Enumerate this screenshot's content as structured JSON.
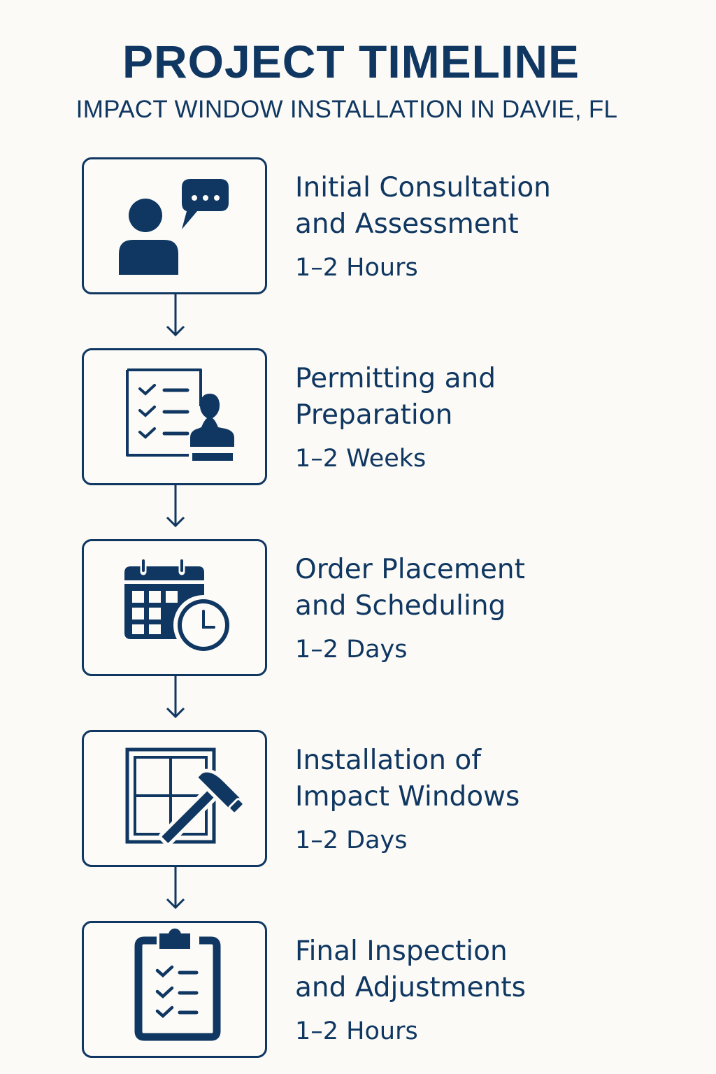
{
  "header": {
    "title": "PROJECT TIMELINE",
    "subtitle": "IMPACT WINDOW INSTALLATION IN DAVIE, FL"
  },
  "colors": {
    "primary": "#0f3761",
    "background": "#fbfaf6"
  },
  "steps": [
    {
      "title": "Initial Consultation and Assessment",
      "line1": "Initial Consultation",
      "line2": "and Assessment",
      "duration": "1–2 Hours",
      "icon": "person-speech-bubble-icon"
    },
    {
      "title": "Permitting and Preparation",
      "line1": "Permitting and",
      "line2": "Preparation",
      "duration": "1–2 Weeks",
      "icon": "checklist-stamp-icon"
    },
    {
      "title": "Order Placement and Scheduling",
      "line1": "Order Placement",
      "line2": "and Scheduling",
      "duration": "1–2 Days",
      "icon": "calendar-clock-icon"
    },
    {
      "title": "Installation of Impact Windows",
      "line1": "Installation of",
      "line2": "Impact Windows",
      "duration": "1–2 Days",
      "icon": "window-hammer-icon"
    },
    {
      "title": "Final Inspection and Adjustments",
      "line1": "Final Inspection",
      "line2": "and Adjustments",
      "duration": "1–2 Hours",
      "icon": "clipboard-checklist-icon"
    }
  ]
}
